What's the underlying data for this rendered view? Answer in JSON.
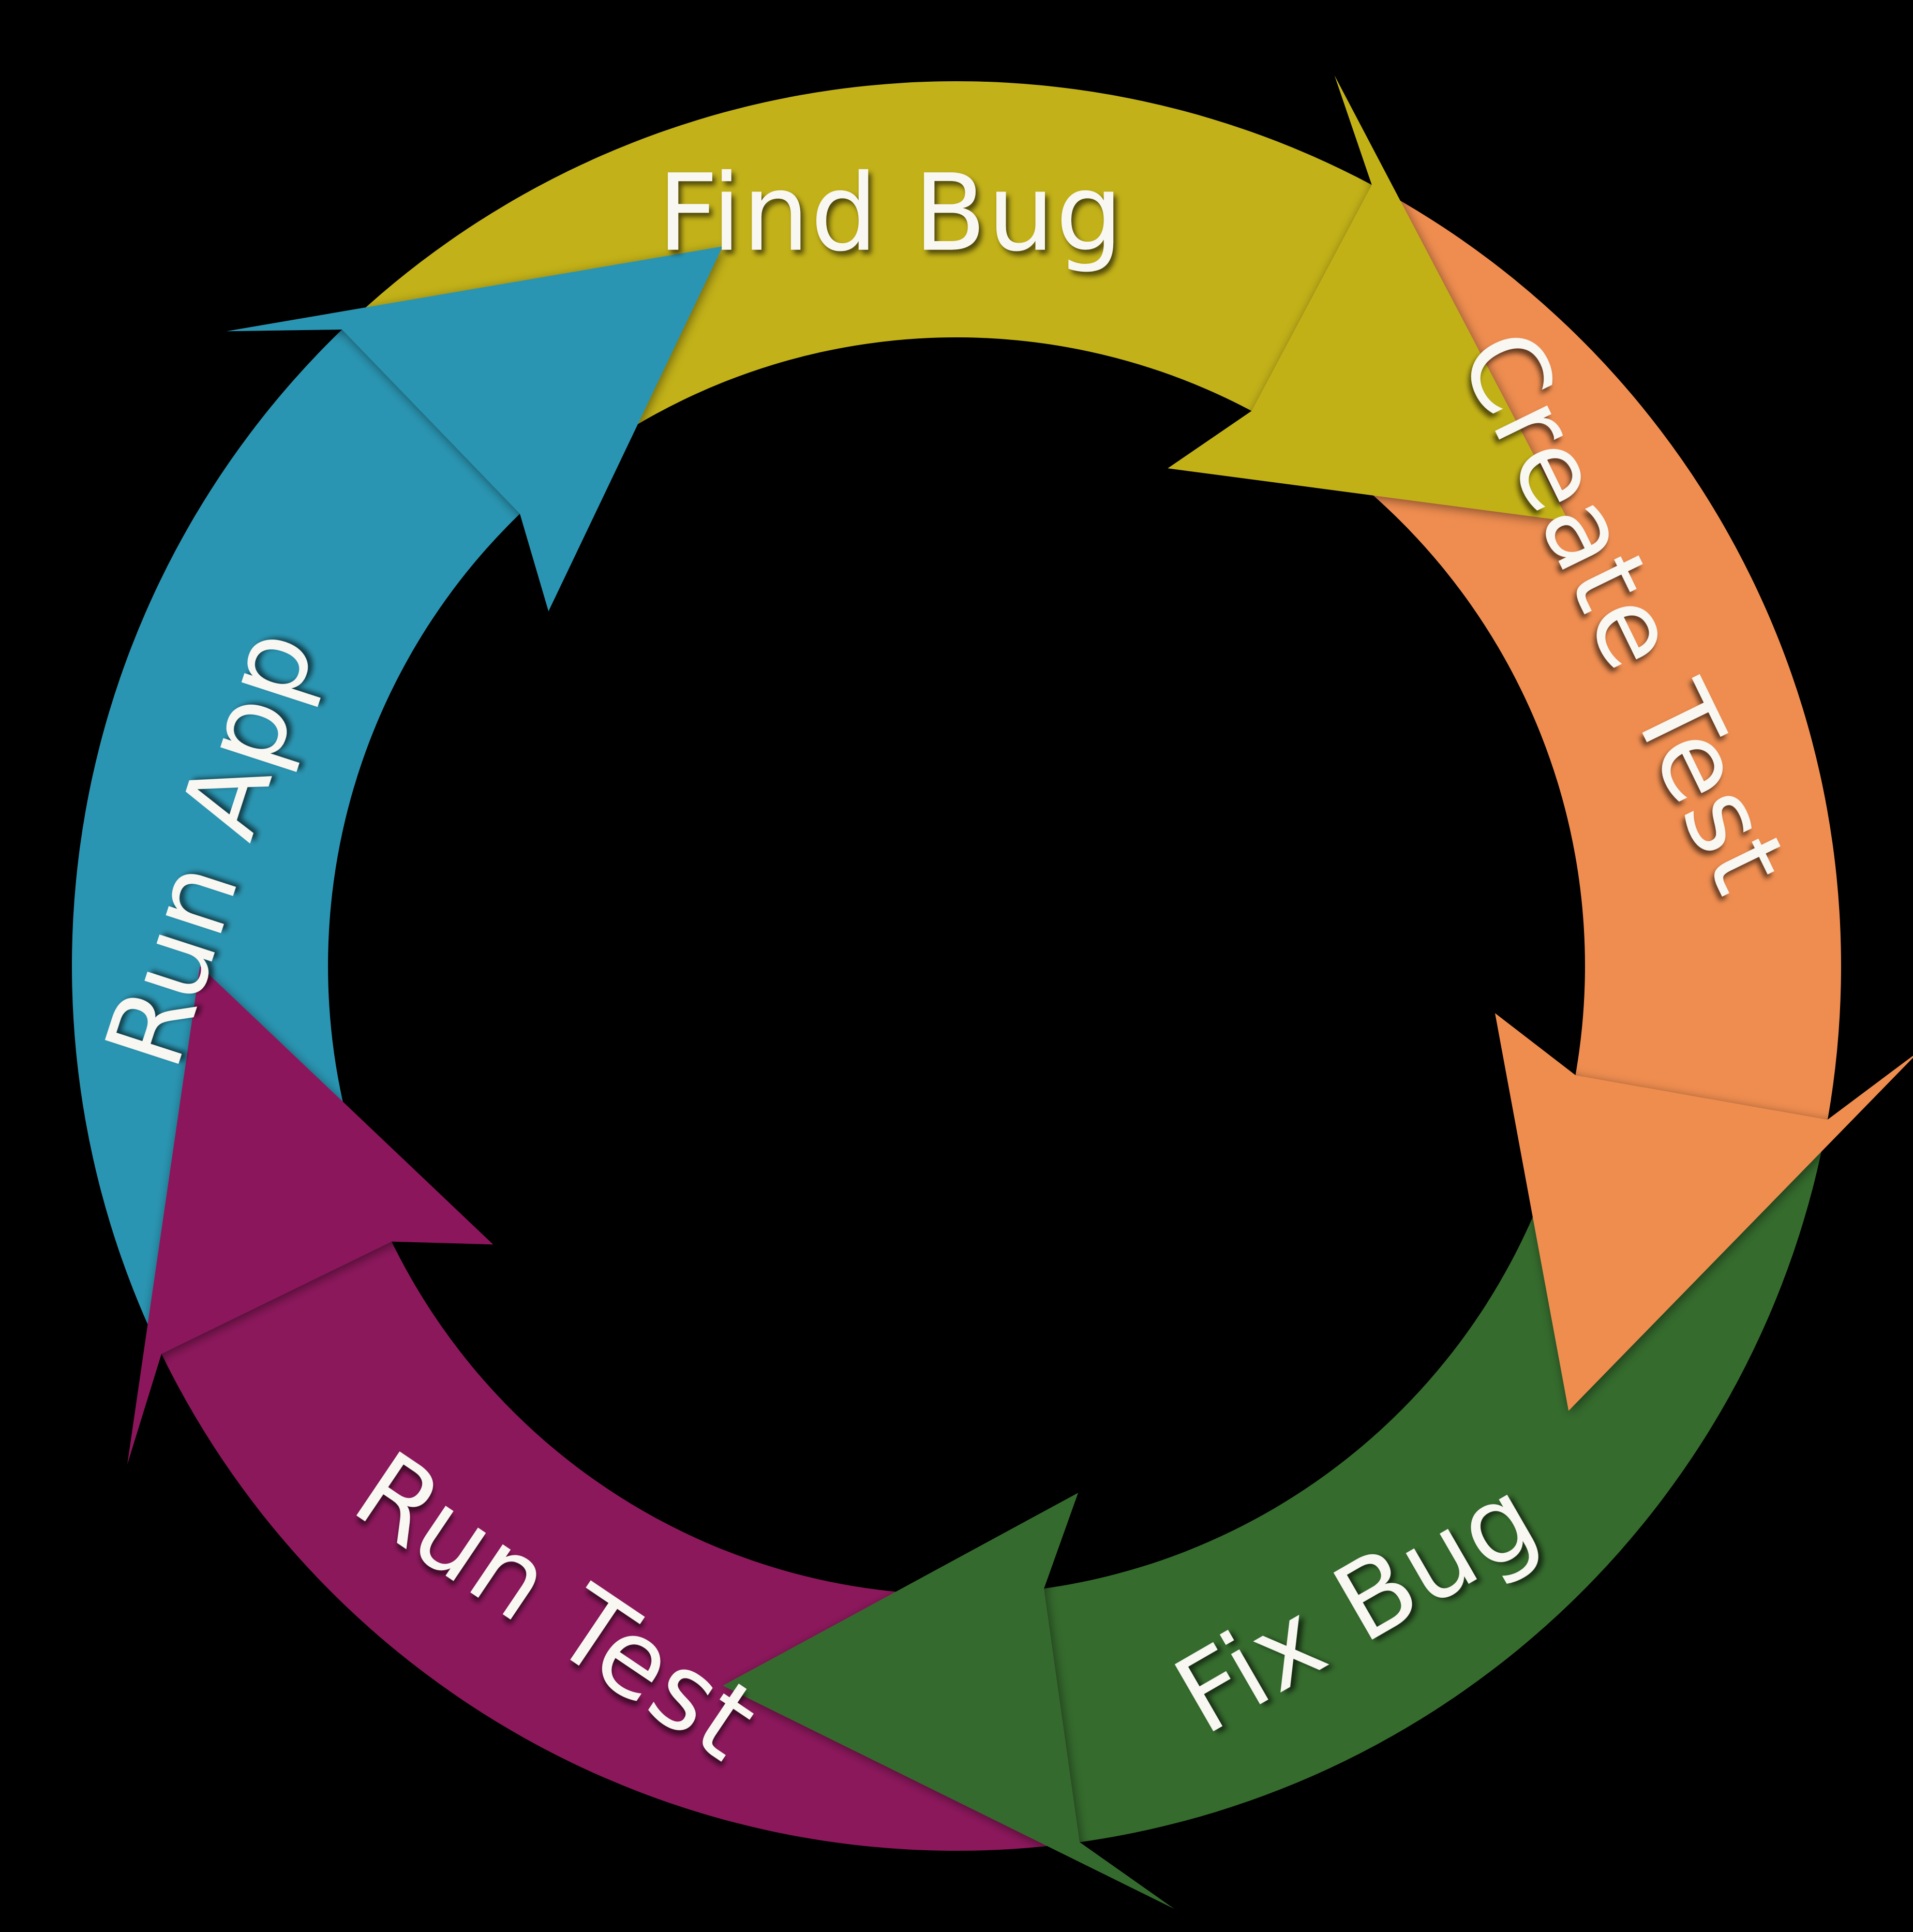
{
  "diagram": {
    "type": "cycle",
    "direction": "clockwise",
    "background_color": "#000000",
    "label_color": "#f8f7f2",
    "steps": [
      {
        "label": "Find Bug",
        "color": "#c2b118"
      },
      {
        "label": "Create Test",
        "color": "#ef8d50"
      },
      {
        "label": "Fix Bug",
        "color": "#356b2d"
      },
      {
        "label": "Run Test",
        "color": "#8c185c"
      },
      {
        "label": "Run App",
        "color": "#2a95b2"
      }
    ]
  }
}
